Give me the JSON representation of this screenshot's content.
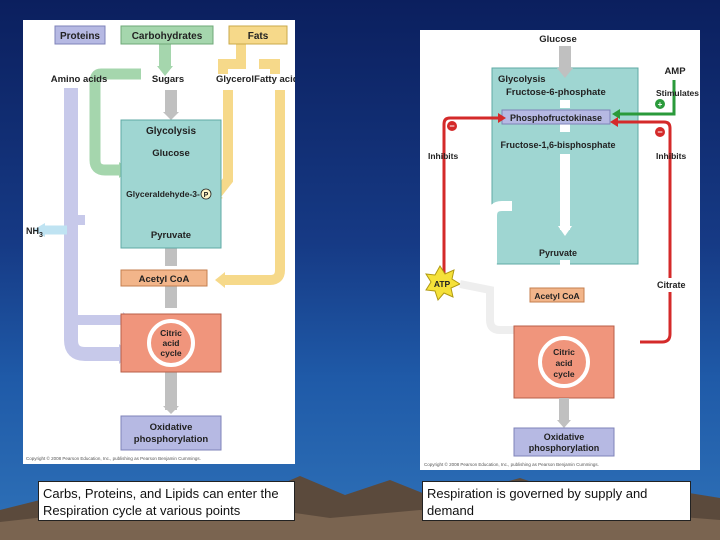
{
  "left_diagram": {
    "inputs": [
      "Proteins",
      "Carbohydrates",
      "Fats"
    ],
    "intermediates": [
      "Amino acids",
      "Sugars",
      "Glycerol",
      "Fatty acids"
    ],
    "glycolysis": "Glycolysis",
    "glucose": "Glucose",
    "g3p": "Glyceraldehyde-3-",
    "phosphate_mark": "P",
    "pyruvate": "Pyruvate",
    "nh3": "NH",
    "nh3_sub": "3",
    "acetyl": "Acetyl CoA",
    "citric": [
      "Citric",
      "acid",
      "cycle"
    ],
    "oxphos": [
      "Oxidative",
      "phosphorylation"
    ],
    "copyright": "Copyright © 2008 Pearson Education, Inc., publishing as Pearson Benjamin Cummings."
  },
  "right_diagram": {
    "glucose": "Glucose",
    "glycolysis": "Glycolysis",
    "f6p": "Fructose-6-phosphate",
    "amp": "AMP",
    "stimulates": "Stimulates",
    "plus": "+",
    "minus": "−",
    "pfk": "Phosphofructokinase",
    "f16bp": "Fructose-1,6-bisphosphate",
    "inhibits": "Inhibits",
    "pyruvate": "Pyruvate",
    "atp": "ATP",
    "citrate": "Citrate",
    "acetyl": "Acetyl CoA",
    "citric": [
      "Citric",
      "acid",
      "cycle"
    ],
    "oxphos": [
      "Oxidative",
      "phosphorylation"
    ],
    "copyright": "Copyright © 2008 Pearson Education, Inc., publishing as Pearson Benjamin Cummings."
  },
  "captions": {
    "left": "Carbs, Proteins, and Lipids can enter the Respiration cycle at various points",
    "right": "Respiration is governed by supply and demand"
  },
  "colors": {
    "background": "#163a85",
    "input_box": "#b6b9e3",
    "glycolysis_box": "#9fd6d2",
    "acetyl_box": "#f2b58a",
    "citric_box": "#f0957c",
    "oxphos_box": "#b6b9e3",
    "protein_arrow": "#c7c9ea",
    "carb_arrow": "#a5d6ad",
    "fat_arrow": "#f6d98a",
    "inhibit_arrow": "#d42a2a",
    "stimulate_arrow": "#2a9a3a",
    "atp_star": "#f5e13a"
  }
}
